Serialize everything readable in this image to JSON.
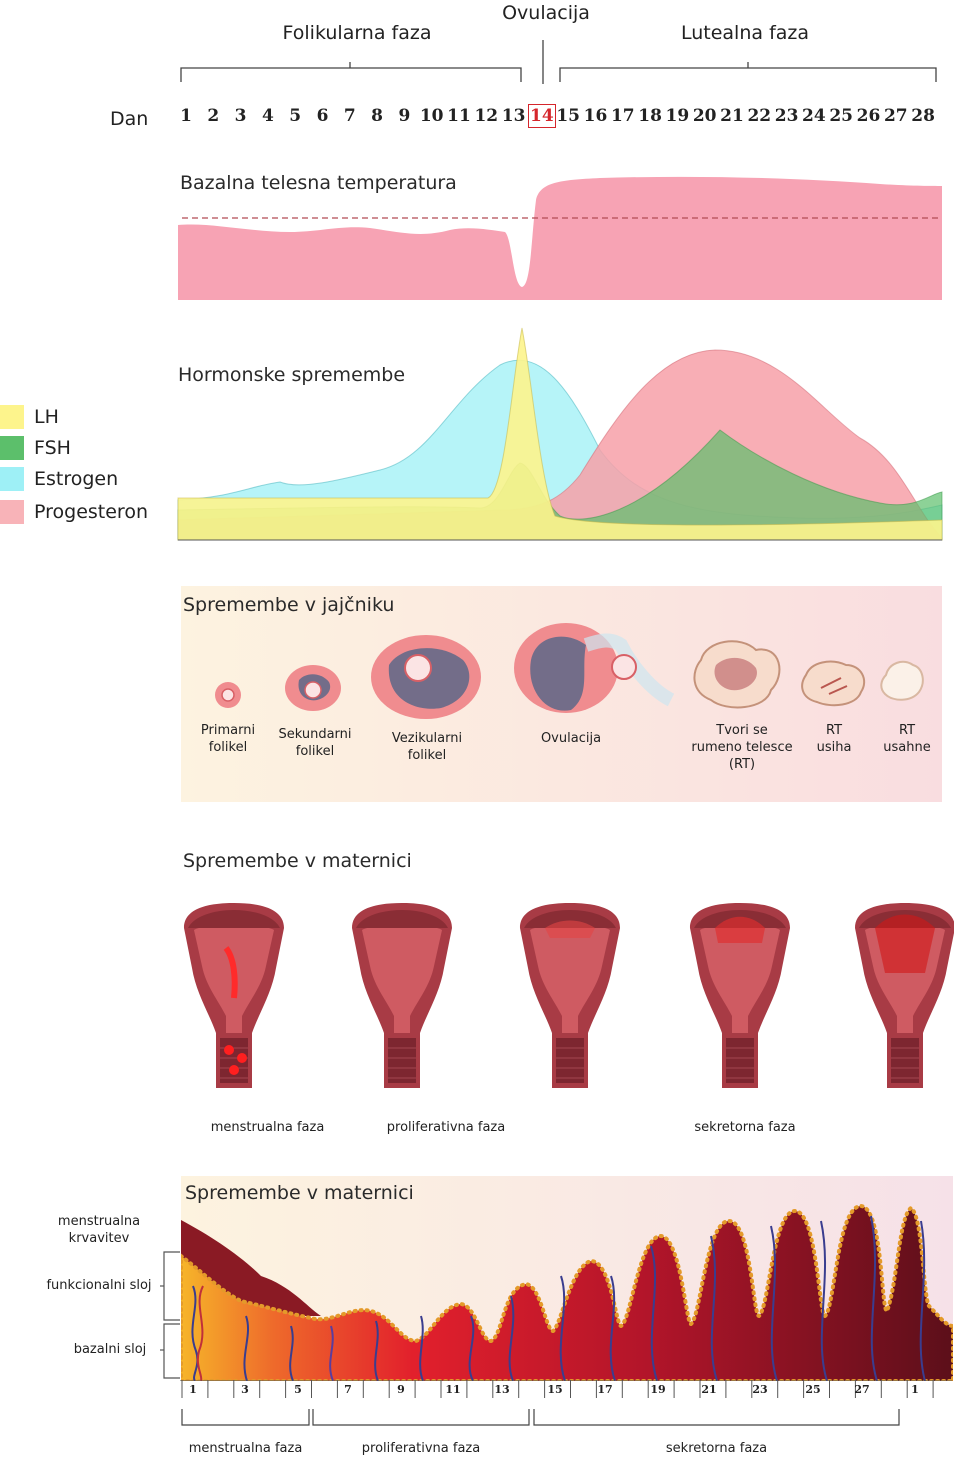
{
  "header": {
    "follicular_phase": "Folikularna faza",
    "ovulation": "Ovulacija",
    "luteal_phase": "Lutealna faza",
    "day_label": "Dan",
    "days": [
      "1",
      "2",
      "3",
      "4",
      "5",
      "6",
      "7",
      "8",
      "9",
      "10",
      "11",
      "12",
      "13",
      "14",
      "15",
      "16",
      "17",
      "18",
      "19",
      "20",
      "21",
      "22",
      "23",
      "24",
      "25",
      "26",
      "27",
      "28"
    ],
    "ovulation_day": "14"
  },
  "temperature": {
    "title": "Bazalna telesna temperatura",
    "color": "#f7a3b4"
  },
  "hormones": {
    "title": "Hormonske spremembe",
    "legend": [
      {
        "label": "LH",
        "color": "#fdf48c"
      },
      {
        "label": "FSH",
        "color": "#5cbf6b"
      },
      {
        "label": "Estrogen",
        "color": "#9ef0f6"
      },
      {
        "label": "Progesteron",
        "color": "#f8b3b8"
      }
    ]
  },
  "ovary": {
    "title": "Spremembe v jajčniku",
    "stages": [
      {
        "label": "Primarni\nfolikel"
      },
      {
        "label": "Sekundarni\nfolikel"
      },
      {
        "label": "Vezikularni\nfolikel"
      },
      {
        "label": "Ovulacija"
      },
      {
        "label": "Tvori se\nrumeno telesce\n(RT)"
      },
      {
        "label": "RT\nusiha"
      },
      {
        "label": "RT\nusahne"
      }
    ]
  },
  "uterus": {
    "title": "Spremembe v maternici",
    "phases": [
      "menstrualna faza",
      "proliferativna faza",
      "sekretorna faza"
    ]
  },
  "endometrium": {
    "title": "Spremembe v maternici",
    "side_labels": [
      "menstrualna\nkrvavitev",
      "funkcionalni sloj",
      "bazalni sloj"
    ],
    "ticks": [
      "1",
      "3",
      "5",
      "7",
      "9",
      "11",
      "13",
      "15",
      "17",
      "19",
      "21",
      "23",
      "25",
      "27",
      "1"
    ],
    "phases": [
      "menstrualna faza",
      "proliferativna faza",
      "sekretorna faza"
    ]
  }
}
